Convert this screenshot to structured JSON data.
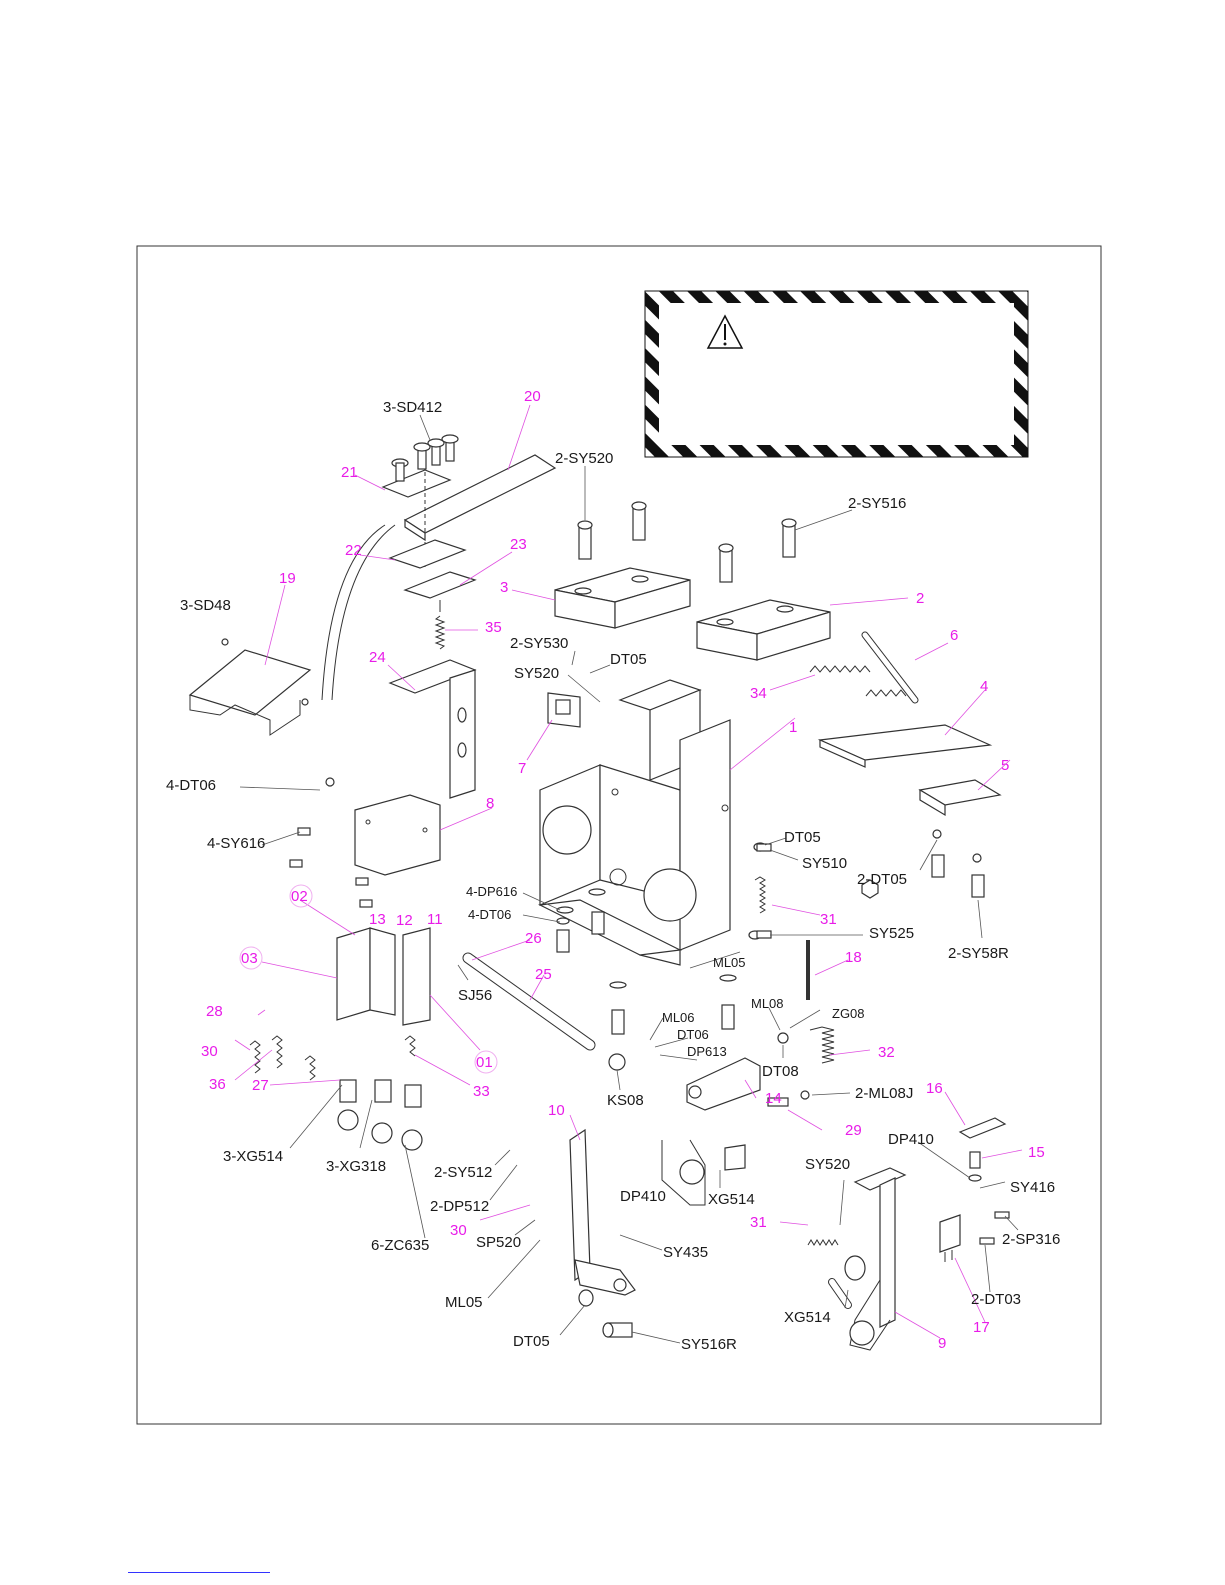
{
  "labels": {
    "p20": "20",
    "p3sd412": "3-SD412",
    "p21": "21",
    "p2sy520": "2-SY520",
    "p2sy516": "2-SY516",
    "p22": "22",
    "p23": "23",
    "p19": "19",
    "p3sd48": "3-SD48",
    "p3": "3",
    "p2": "2",
    "p35": "35",
    "p2sy530": "2-SY530",
    "pdt05a": "DT05",
    "p6": "6",
    "p24": "24",
    "psy520a": "SY520",
    "p34": "34",
    "p4": "4",
    "p7": "7",
    "p1": "1",
    "p4dt06a": "4-DT06",
    "p8": "8",
    "p5": "5",
    "p4sy616": "4-SY616",
    "pdt05b": "DT05",
    "psy510": "SY510",
    "p2dt05": "2-DT05",
    "p02": "02",
    "p4dp616": "4-DP616",
    "p13": "13",
    "p12": "12",
    "p11": "11",
    "p4dt06b": "4-DT06",
    "p31a": "31",
    "psy525": "SY525",
    "p26": "26",
    "p03": "03",
    "pml05a": "ML05",
    "p18": "18",
    "p2sy58r": "2-SY58R",
    "psj56": "SJ56",
    "p25": "25",
    "p28": "28",
    "pml08": "ML08",
    "pzg08": "ZG08",
    "pml06": "ML06",
    "pdt06": "DT06",
    "p30a": "30",
    "pdp613": "DP613",
    "p01": "01",
    "p32": "32",
    "pdt08": "DT08",
    "p36": "36",
    "p27": "27",
    "p33": "33",
    "pks08": "KS08",
    "p14": "14",
    "p2ml08j": "2-ML08J",
    "p16": "16",
    "p10": "10",
    "p29": "29",
    "pdp410a": "DP410",
    "p15": "15",
    "p3xg514": "3-XG514",
    "p3xg318": "3-XG318",
    "p2sy512": "2-SY512",
    "psy520b": "SY520",
    "psy416": "SY416",
    "pxg514a": "XG514",
    "pdp410b": "DP410",
    "p2dp512": "2-DP512",
    "p30b": "30",
    "p31b": "31",
    "p2sp316": "2-SP316",
    "psp520": "SP520",
    "psy435": "SY435",
    "p6zc635": "6-ZC635",
    "p2dt03": "2-DT03",
    "pml05b": "ML05",
    "pxg514b": "XG514",
    "p17": "17",
    "p9": "9",
    "pdt05c": "DT05",
    "psy516r": "SY516R"
  },
  "colors": {
    "callout_number": "#e81ce8",
    "part_code": "#1a1a1a",
    "line": "#333333",
    "hazard": "#111111"
  },
  "icons": {
    "warning": "warning-triangle-icon"
  }
}
